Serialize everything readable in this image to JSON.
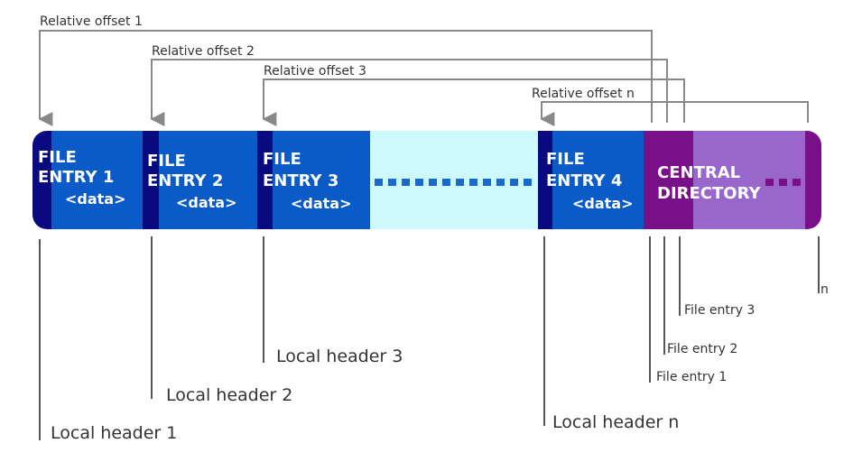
{
  "offsets": {
    "o1": "Relative offset 1",
    "o2": "Relative offset 2",
    "o3": "Relative offset 3",
    "on": "Relative offset n"
  },
  "entries": {
    "e1": {
      "line1": "FILE",
      "line2": "ENTRY 1",
      "data": "<data>"
    },
    "e2": {
      "line1": "FILE",
      "line2": "ENTRY 2",
      "data": "<data>"
    },
    "e3": {
      "line1": "FILE",
      "line2": "ENTRY 3",
      "data": "<data>"
    },
    "e4": {
      "line1": "FILE",
      "line2": "ENTRY 4",
      "data": "<data>"
    }
  },
  "central": {
    "line1": "CENTRAL",
    "line2": "DIRECTORY"
  },
  "local_headers": {
    "h1": "Local header 1",
    "h2": "Local header 2",
    "h3": "Local header 3",
    "hn": "Local header n"
  },
  "central_labels": {
    "f1": "File entry 1",
    "f2": "File entry 2",
    "f3": "File entry 3",
    "n": "n"
  },
  "colors": {
    "header_dark": "#0a0a80",
    "entry_blue": "#0a5ac8",
    "gap_cyan": "#ccf9fc",
    "dots_blue": "#1a68c8",
    "central_dark": "#7a0f8a",
    "central_light": "#9966cc",
    "dots_purple": "#7a0f8a",
    "line_gray": "#888888"
  }
}
